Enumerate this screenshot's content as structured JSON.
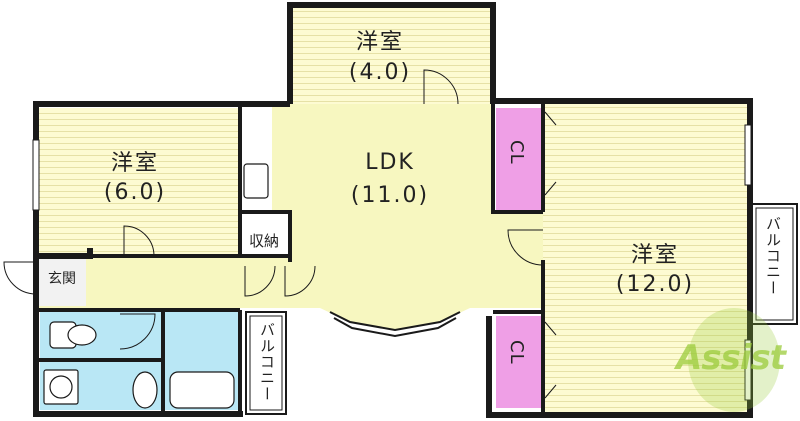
{
  "rooms": {
    "room_a": {
      "name": "洋室",
      "size": "(4.0)"
    },
    "room_b": {
      "name": "洋室",
      "size": "(6.0)"
    },
    "room_c": {
      "name": "洋室",
      "size": "(12.0)"
    },
    "ldk": {
      "name": "LDK",
      "size": "(11.0)"
    }
  },
  "labels": {
    "closet": "CL",
    "storage": "収納",
    "entrance": "玄関",
    "balcony": "バルコニー"
  },
  "watermark": "Assist",
  "colors": {
    "western_room": "#fdfbd2",
    "ldk": "#f7f7c0",
    "closet": "#ef9fe6",
    "wet_area": "#b9e7f5",
    "wall": "#1a1a1a",
    "watermark": "#9ccc3c"
  }
}
